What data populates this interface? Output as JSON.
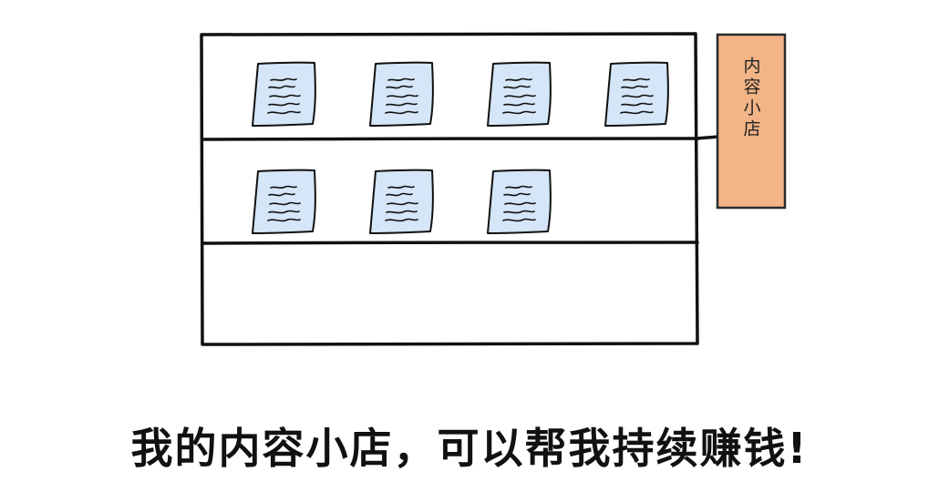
{
  "sign": {
    "label": "内容小店"
  },
  "caption": {
    "text": "我的内容小店，可以帮我持续赚钱!"
  },
  "shelf": {
    "rows": [
      {
        "items": 4
      },
      {
        "items": 3
      },
      {
        "items": 0
      }
    ]
  },
  "colors": {
    "ink": "#111111",
    "document_fill": "#d4e6f7",
    "sign_fill": "#f3b487",
    "sign_border": "#2b2b2b"
  },
  "icons": {
    "document": "document-icon"
  }
}
